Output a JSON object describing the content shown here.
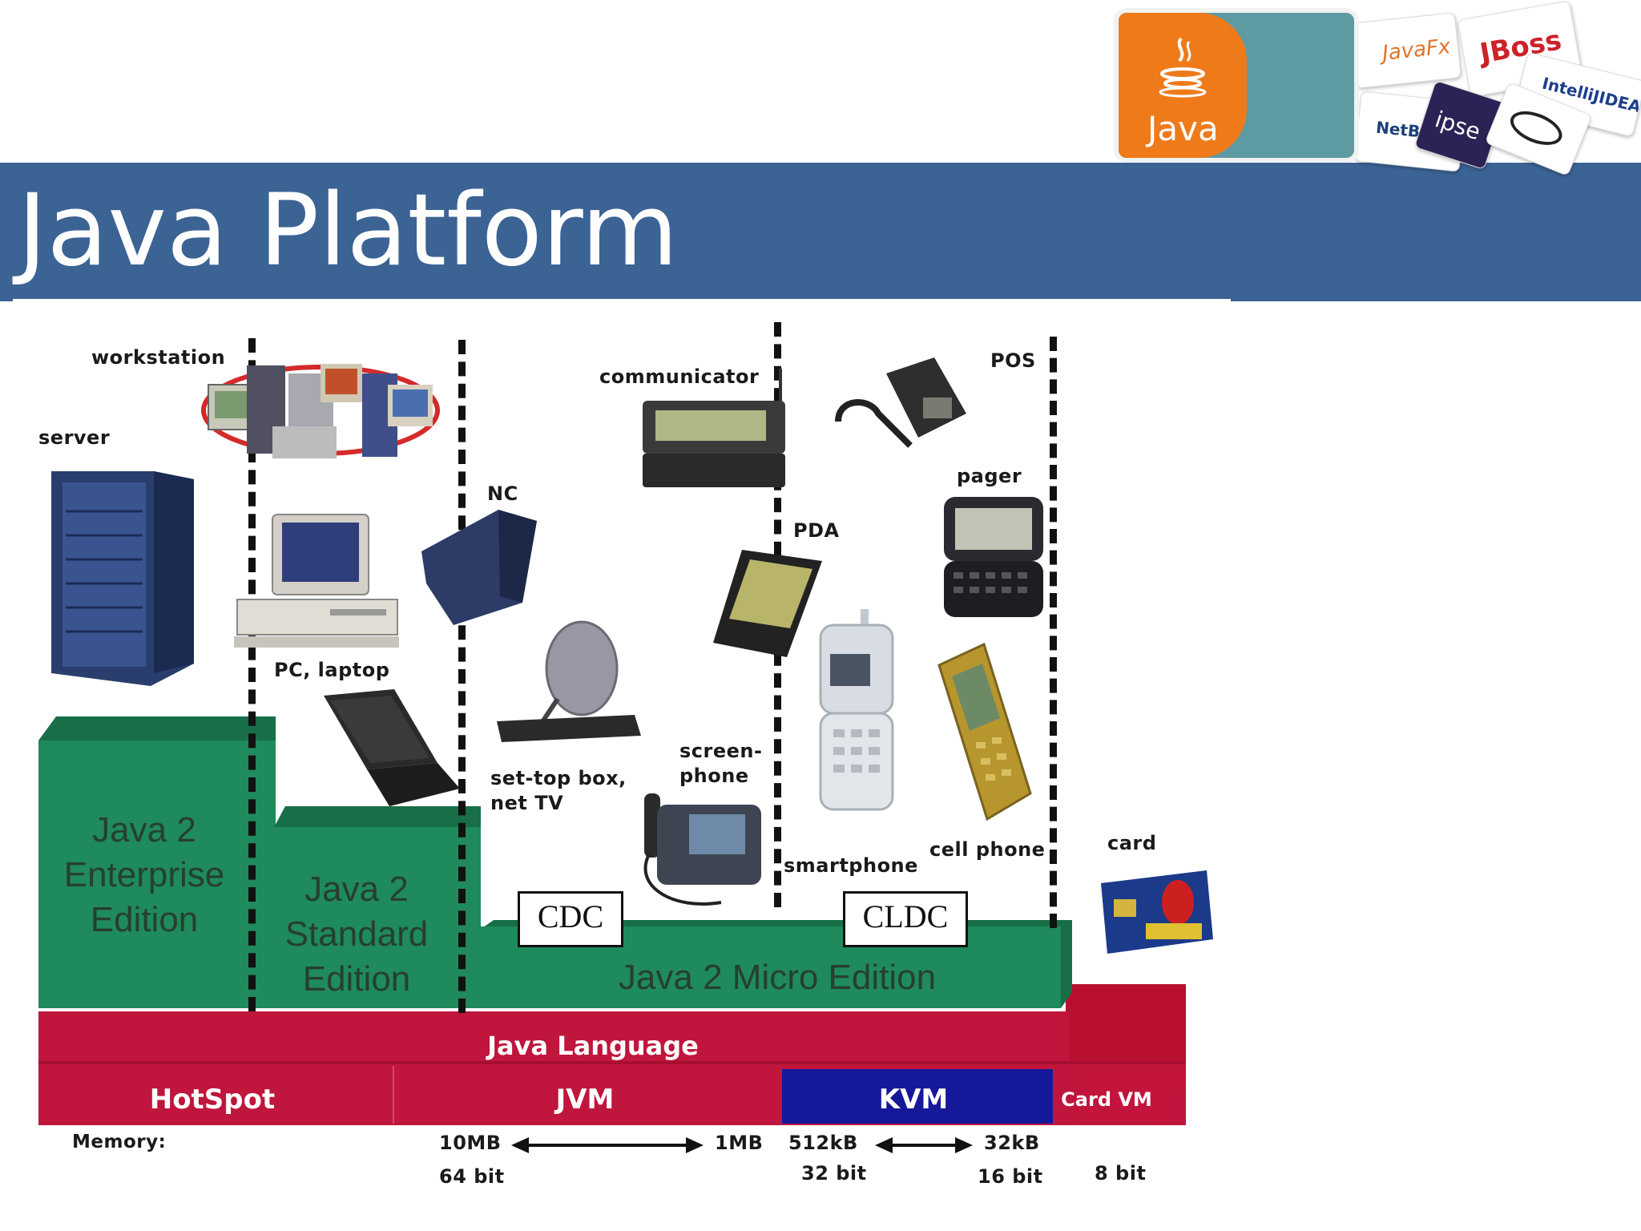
{
  "slide": {
    "title": "Java Platform"
  },
  "logos": {
    "java": "Java",
    "javafx": "JavaFx",
    "jboss": "JBoss",
    "intellij": "IntelliJIDEA",
    "netbeans": "NetBeans",
    "eclipse": "ipse"
  },
  "diagram": {
    "devices": {
      "workstation": "workstation",
      "server": "server",
      "pc_laptop": "PC, laptop",
      "nc": "NC",
      "communicator": "communicator",
      "pos": "POS",
      "pager": "pager",
      "pda": "PDA",
      "set_top_box_line1": "set-top box,",
      "set_top_box_line2": "net TV",
      "screenphone_line1": "screen-",
      "screenphone_line2": "phone",
      "smartphone": "smartphone",
      "cell_phone": "cell phone",
      "card": "card"
    },
    "editions": {
      "enterprise": [
        "Java 2",
        "Enterprise",
        "Edition"
      ],
      "standard": [
        "Java 2",
        "Standard",
        "Edition"
      ],
      "micro": "Java 2 Micro Edition",
      "cdc": "CDC",
      "cldc": "CLDC"
    },
    "layers": {
      "language": "Java Language",
      "hotspot": "HotSpot",
      "jvm": "JVM",
      "kvm": "KVM",
      "card_vm": "Card VM"
    },
    "memory": {
      "label": "Memory:",
      "m10mb": "10MB",
      "m64bit": "64 bit",
      "m1mb": "1MB",
      "m512kb": "512kB",
      "m32bit": "32 bit",
      "m32kb": "32kB",
      "m16bit": "16 bit",
      "m8bit": "8 bit"
    },
    "colors": {
      "edition_green": "#1f8a5b",
      "edition_green_dark": "#176e47",
      "language_red": "#c0153c",
      "kvm_blue": "#16189a",
      "banner_blue": "#3b6394"
    }
  }
}
